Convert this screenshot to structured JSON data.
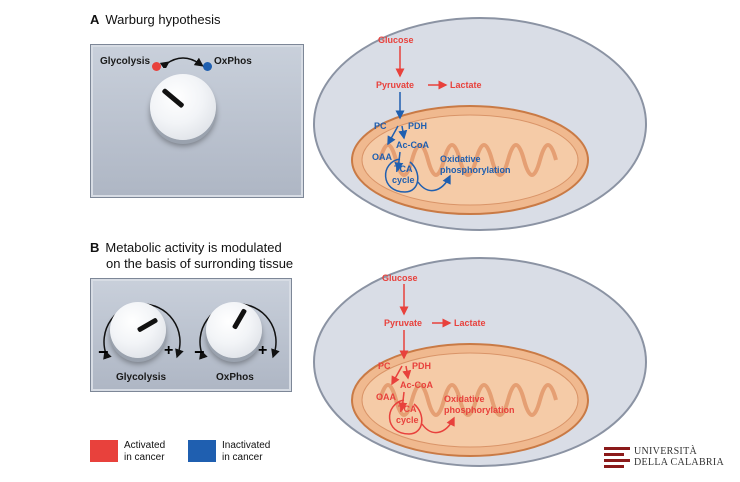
{
  "panel_a": {
    "letter": "A",
    "title": "Warburg hypothesis",
    "knob_left_label": "Glycolysis",
    "knob_right_label": "OxPhos"
  },
  "panel_b": {
    "letter": "B",
    "title_line1": "Metabolic activity is modulated",
    "title_line2": "on the basis of surronding tissue",
    "dial1_label": "Glycolysis",
    "dial2_label": "OxPhos",
    "minus": "−",
    "plus": "+"
  },
  "pathway": {
    "glucose": "Glucose",
    "pyruvate": "Pyruvate",
    "lactate": "Lactate",
    "pc": "PC",
    "pdh": "PDH",
    "accoa": "Ac-CoA",
    "oaa": "OAA",
    "tca": "TCA",
    "cycle": "cycle",
    "oxidative": "Oxidative",
    "phosphorylation": "phosphorylation"
  },
  "legend": {
    "activated_line1": "Activated",
    "activated_line2": "in cancer",
    "inactivated_line1": "Inactivated",
    "inactivated_line2": "in cancer"
  },
  "logo": {
    "line1": "UNIVERSITÀ",
    "line2": "DELLA CALABRIA"
  },
  "colors": {
    "activated": "#e8413c",
    "inactivated": "#1f5fb0",
    "cell_fill": "#d9dde6",
    "mito_fill": "#f0b98f"
  }
}
